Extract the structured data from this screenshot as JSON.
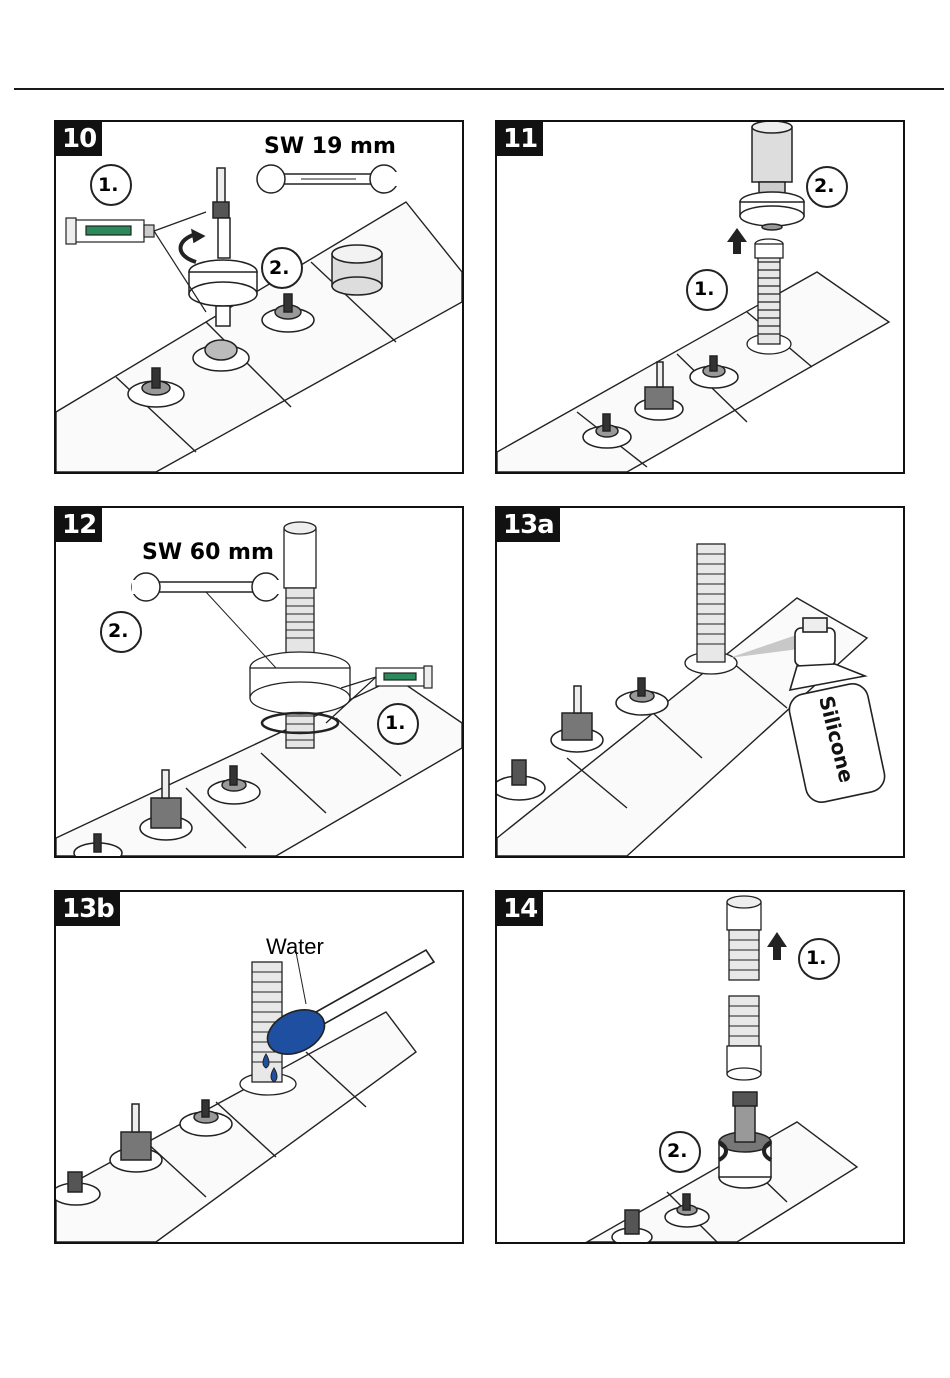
{
  "panels": [
    {
      "id": "10",
      "callouts": [
        "1.",
        "2."
      ],
      "label": "SW 19 mm"
    },
    {
      "id": "11",
      "callouts": [
        "1.",
        "2."
      ]
    },
    {
      "id": "12",
      "callouts": [
        "1.",
        "2."
      ],
      "label": "SW 60 mm"
    },
    {
      "id": "13a",
      "label": "Silicone"
    },
    {
      "id": "13b",
      "label": "Water"
    },
    {
      "id": "14",
      "callouts": [
        "1.",
        "2."
      ]
    }
  ]
}
